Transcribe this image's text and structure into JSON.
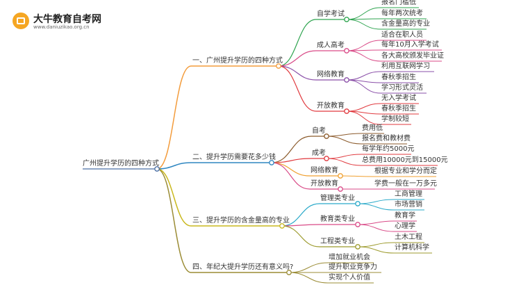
{
  "brand": {
    "name": "大牛教育自考网",
    "url": "www.daniuzikao.org.cn"
  },
  "colors": {
    "line1": "#f39c3c",
    "line2": "#2e86c1",
    "line3": "#c9b81e",
    "line4": "#9b8c35",
    "green": "#2ea44f",
    "pink": "#d94a87",
    "purple": "#8a4fa8",
    "red": "#e0393e",
    "brown": "#8b5a2b",
    "orange": "#f0a030",
    "teal": "#29a9c9",
    "olive": "#9c9a2c"
  },
  "root": {
    "label": "广州提升学历的四种方式"
  },
  "branches": [
    {
      "label": "一、广州提升学历的四种方式",
      "children": [
        {
          "label": "自学考试",
          "leaves": [
            "报名门槛低",
            "每年两次统考",
            "含金量高的专业"
          ]
        },
        {
          "label": "成人高考",
          "leaves": [
            "适合在职人员",
            "每年10月入学考试",
            "各大高校颁发毕业证"
          ]
        },
        {
          "label": "网络教育",
          "leaves": [
            "利用互联网学习",
            "春秋季招生",
            "学习形式灵活"
          ]
        },
        {
          "label": "开放教育",
          "leaves": [
            "无入学考试",
            "春秋季招生",
            "学制较短"
          ]
        }
      ]
    },
    {
      "label": "二、提升学历需要花多少钱",
      "children": [
        {
          "label": "自考",
          "leaves": [
            "费用低",
            "报名费和教材费"
          ]
        },
        {
          "label": "成考",
          "leaves": [
            "每学年约5000元",
            "总费用10000元到15000元"
          ]
        },
        {
          "label": "网络教育",
          "leaves": [
            "根据专业和学分而定"
          ]
        },
        {
          "label": "开放教育",
          "leaves": [
            "学费一般在一万多元"
          ]
        }
      ]
    },
    {
      "label": "三、提升学历的含金量高的专业",
      "children": [
        {
          "label": "管理类专业",
          "leaves": [
            "工商管理",
            "市场营销"
          ]
        },
        {
          "label": "教育类专业",
          "leaves": [
            "教育学",
            "心理学"
          ]
        },
        {
          "label": "工程类专业",
          "leaves": [
            "土木工程",
            "计算机科学"
          ]
        }
      ]
    },
    {
      "label": "四、年纪大提升学历还有意义吗?",
      "children": [],
      "leaves": [
        "增加就业机会",
        "提升职业竞争力",
        "实现个人价值"
      ]
    }
  ]
}
